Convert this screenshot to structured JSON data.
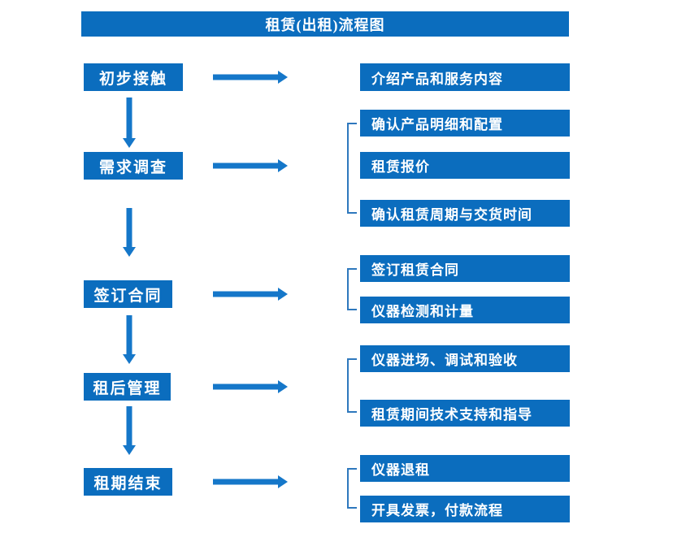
{
  "title": "租赁(出租)流程图",
  "colors": {
    "box_blue": "#0b6dbe",
    "arrow_blue": "#1577c9",
    "bracket_blue": "#2e78bd",
    "text": "#ffffff",
    "background": "#ffffff"
  },
  "steps": [
    {
      "label": "初步接触",
      "details": [
        "介绍产品和服务内容"
      ]
    },
    {
      "label": "需求调查",
      "details": [
        "确认产品明细和配置",
        "租赁报价",
        "确认租赁周期与交货时间"
      ]
    },
    {
      "label": "签订合同",
      "details": [
        "签订租赁合同",
        "仪器检测和计量"
      ]
    },
    {
      "label": "租后管理",
      "details": [
        "仪器进场、调试和验收",
        "租赁期间技术支持和指导"
      ]
    },
    {
      "label": "租期结束",
      "details": [
        "仪器退租",
        "开具发票，付款流程"
      ]
    }
  ]
}
